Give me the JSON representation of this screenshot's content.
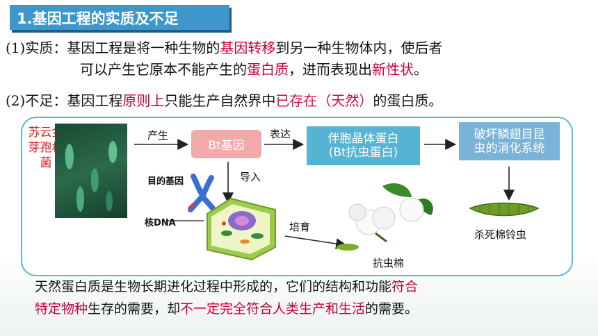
{
  "title": "1.基因工程的实质及不足",
  "essence": {
    "label": "(1)实质：",
    "line1_a": "基因工程是将一种生物的",
    "line1_b": "基因转移",
    "line1_c": "到另一种生物体内，使后者",
    "line2_a": "可以产生它原本不能产生的",
    "line2_b": "蛋白质",
    "line2_c": "，进而表现出",
    "line2_d": "新性状",
    "line2_e": "。"
  },
  "shortcoming": {
    "label": "(2)不足：",
    "a": "基因工程",
    "b": "原则上",
    "c": "只能生产自然界中",
    "d": "已存在（天然）",
    "e": "的蛋白质。"
  },
  "diagram": {
    "source_line1": "苏云金",
    "source_line2": "芽孢杆",
    "source_line3": "菌",
    "arrow_produce": "产生",
    "bt_gene": "Bt基因",
    "arrow_express": "表达",
    "protein_line1": "伴胞晶体蛋白",
    "protein_line2": "(Bt抗虫蛋白)",
    "destroy_line1": "破坏鳞翅目昆",
    "destroy_line2": "虫的消化系统",
    "target_gene": "目的基因",
    "nuclear_dna": "核DNA",
    "arrow_import": "导入",
    "arrow_cultivate": "培育",
    "cotton_label": "抗虫棉",
    "kill_label": "杀死棉铃虫"
  },
  "bottom": {
    "l1_a": "天然蛋白质是生物长期进化过程中形成的，它们的结构和功能",
    "l1_b": "符合",
    "l2_a": "特定物种",
    "l2_b": "生存的需要，却",
    "l2_c": "不一定完全符合人类生产和生活",
    "l2_d": "的需要。"
  },
  "colors": {
    "title_bg": "#3e97cc",
    "highlight": "#cc0033",
    "panel_border": "#5db6d8"
  }
}
